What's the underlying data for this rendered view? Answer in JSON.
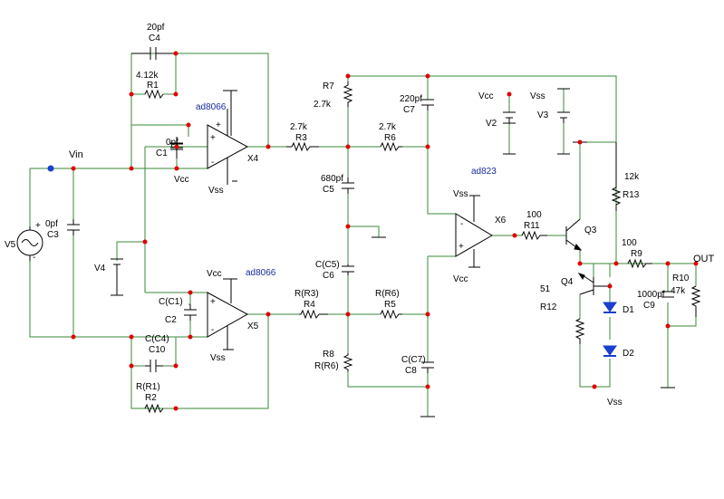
{
  "labels": {
    "c4_val": "20pf",
    "c4": "C4",
    "r1_val": "4.12k",
    "r1": "R1",
    "x4_model": "ad8066",
    "c1_val": "0pf",
    "c1": "C1",
    "vcc_x4": "Vcc",
    "vss_x4": "Vss",
    "x4": "X4",
    "vin": "Vin",
    "v5": "V5",
    "c3_val": "0pf",
    "c3": "C3",
    "v4": "V4",
    "x5_model": "ad8066",
    "vcc_x5": "Vcc",
    "c2_val": "C(C1)",
    "c2": "C2",
    "x5": "X5",
    "vss_x5": "Vss",
    "c10_val": "C(C4)",
    "c10": "C10",
    "r2_val": "R(R1)",
    "r2": "R2",
    "r7": "R7",
    "r7_val": "2.7k",
    "r3_val": "2.7k",
    "r3": "R3",
    "c5_val": "680pf",
    "c5": "C5",
    "c6_val": "C(C5)",
    "c6": "C6",
    "r4_val": "R(R3)",
    "r4": "R4",
    "r8": "R8",
    "r8_val": "R(R6)",
    "c7_val": "220pf",
    "c7": "C7",
    "r6_val": "2.7k",
    "r6": "R6",
    "r5_val": "R(R6)",
    "r5": "R5",
    "c8_val": "C(C7)",
    "c8": "C8",
    "vcc_src": "Vcc",
    "v2": "V2",
    "vss_src": "Vss",
    "v3": "V3",
    "x6_model": "ad823",
    "vss_x6": "Vss",
    "x6": "X6",
    "vcc_x6": "Vcc",
    "r11_val": "100",
    "r11": "R11",
    "q3": "Q3",
    "r13_val": "12k",
    "r13": "R13",
    "r9_val": "100",
    "r9": "R9",
    "out": "OUT",
    "r10": "R10",
    "r10_val": "47k",
    "c9_val": "1000pf",
    "c9": "C9",
    "q4": "Q4",
    "r12_val": "51",
    "r12": "R12",
    "d1": "D1",
    "d2": "D2",
    "vss_bot": "Vss",
    "plus": "+",
    "minus": "-"
  },
  "colors": {
    "wire": "#3a8a3a",
    "junction": "#e00000",
    "component": "#000000",
    "probe": "#1a3fd0",
    "model_text": "#1a2aa0"
  }
}
